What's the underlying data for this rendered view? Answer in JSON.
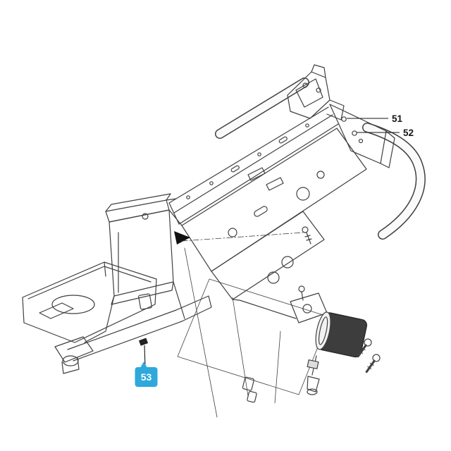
{
  "diagram": {
    "callouts": [
      {
        "label": "51",
        "highlighted": false
      },
      {
        "label": "52",
        "highlighted": false
      },
      {
        "label": "53",
        "highlighted": true
      }
    ],
    "colors": {
      "line": "#404040",
      "highlight_bg": "#2fa8dc",
      "highlight_text": "#ffffff",
      "label_text": "#161616"
    }
  }
}
